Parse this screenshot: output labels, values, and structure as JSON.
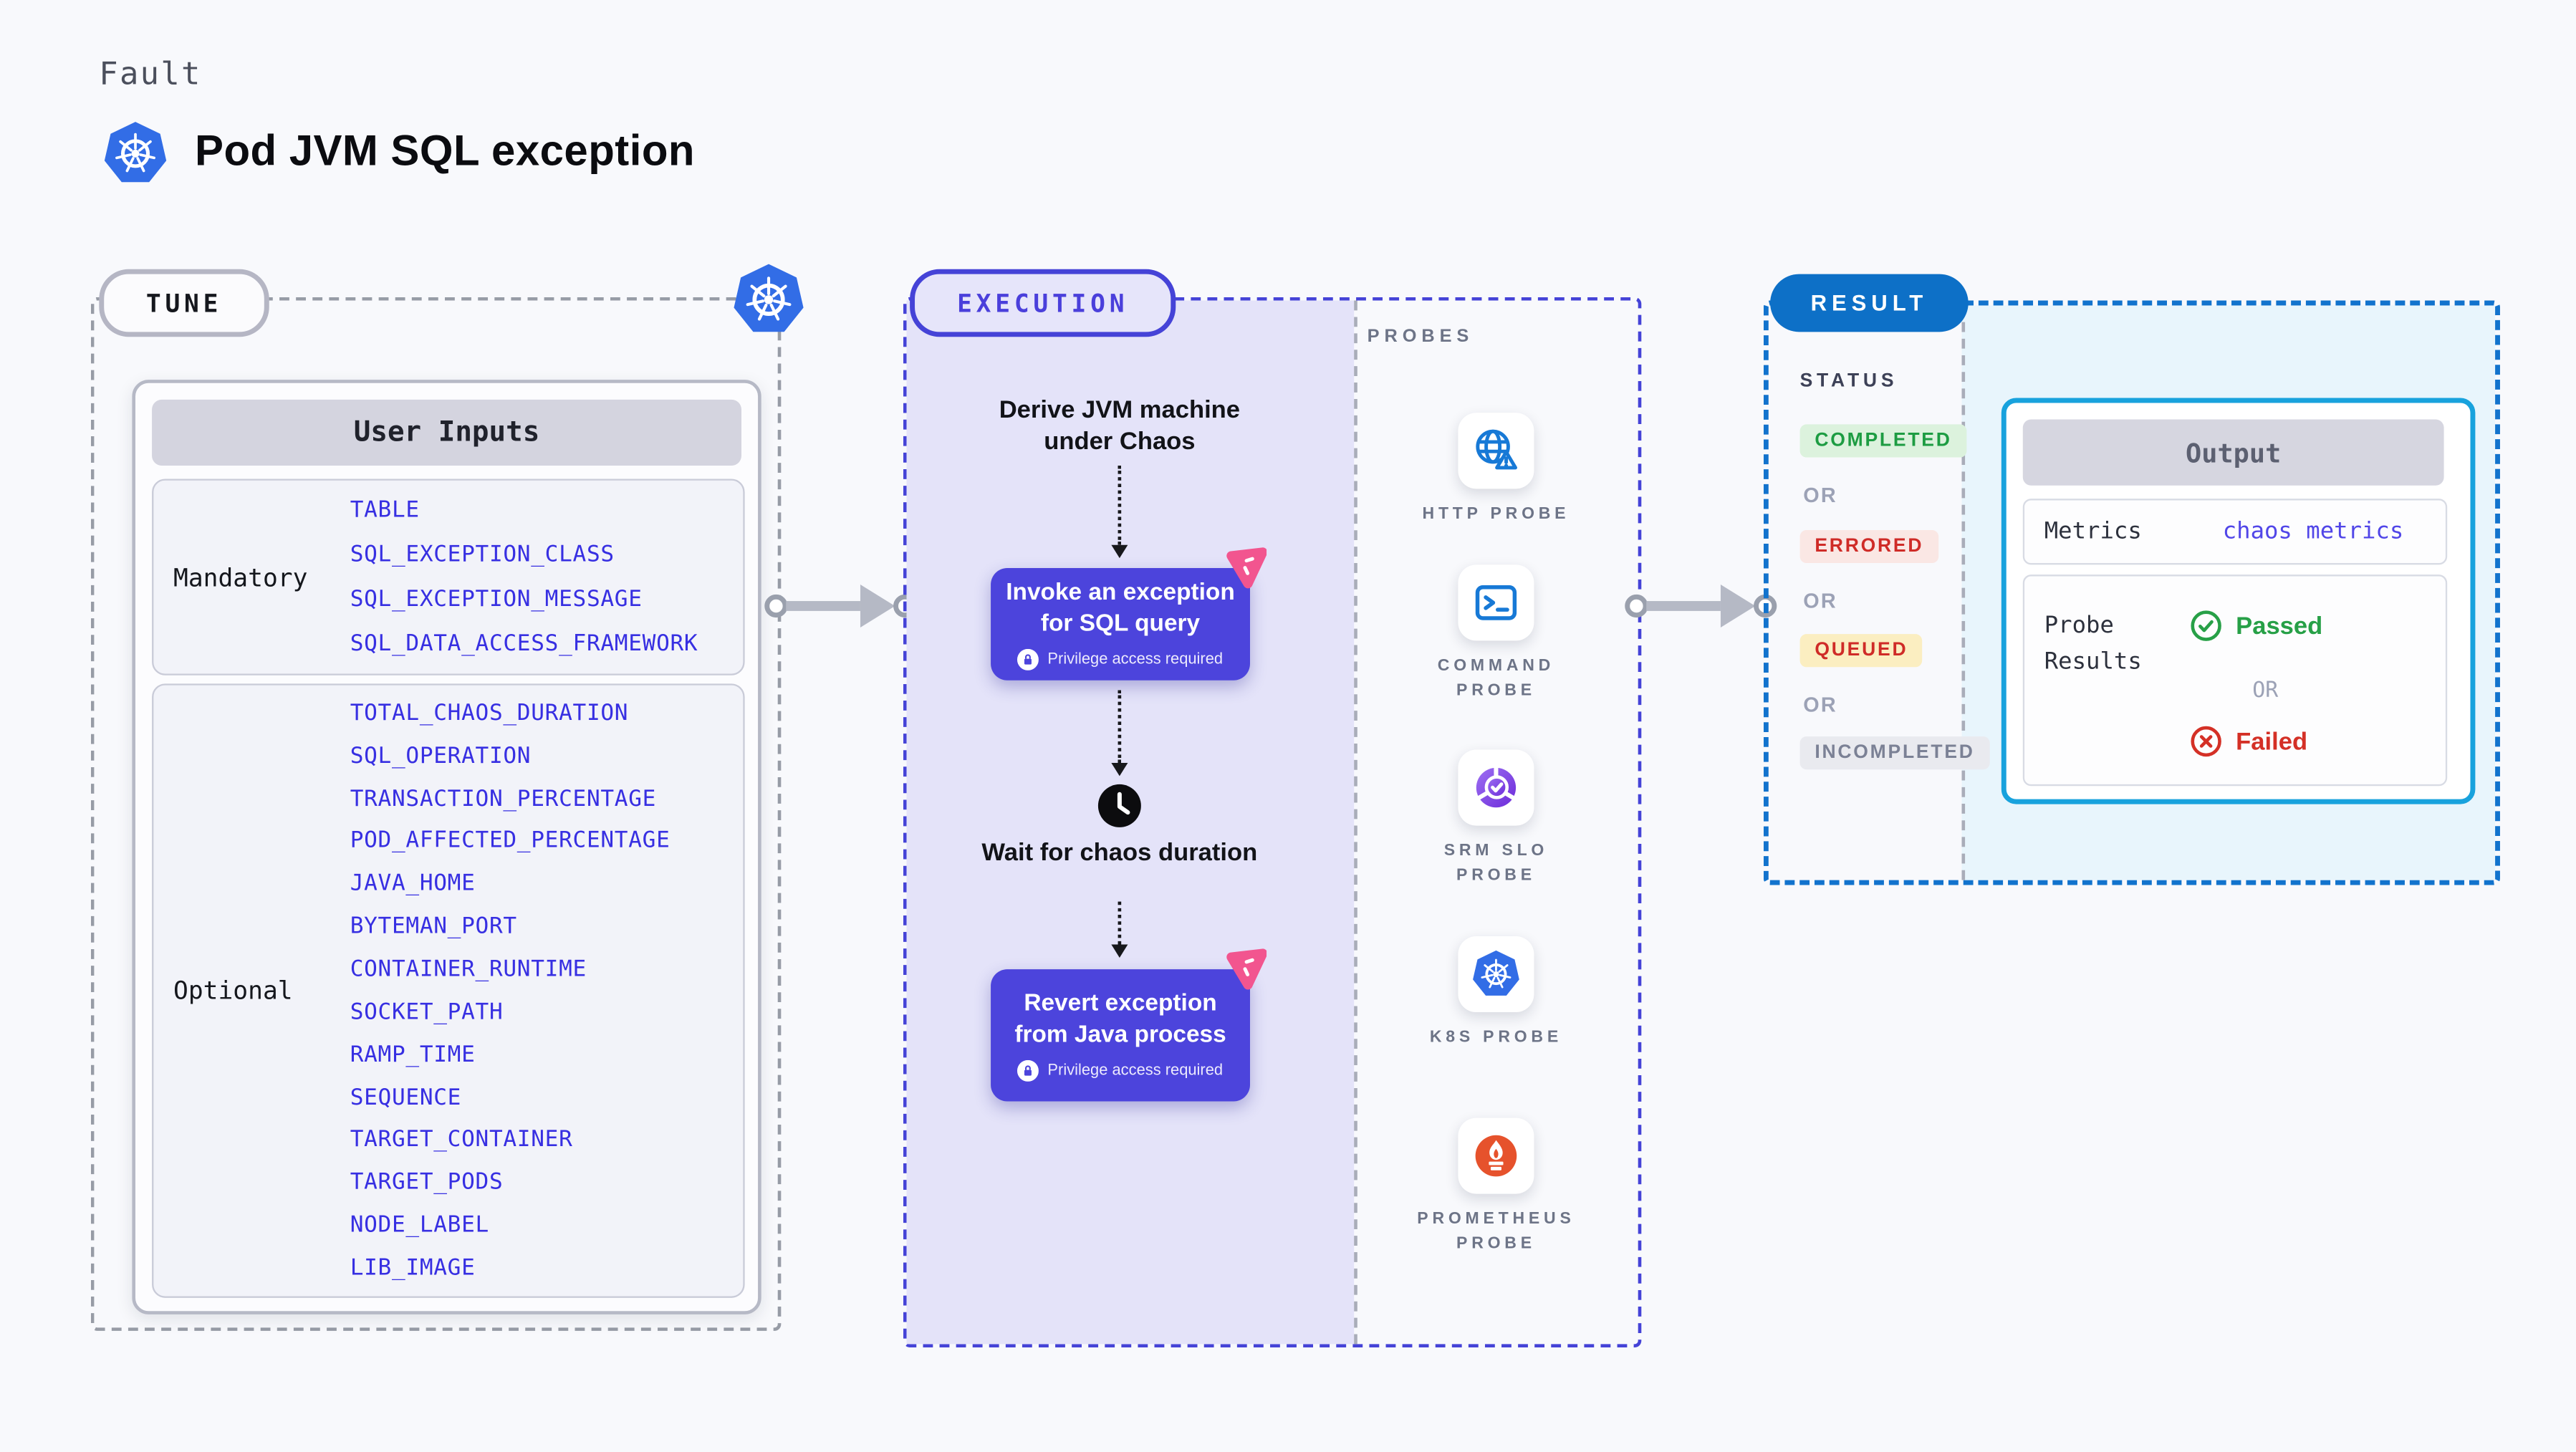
{
  "header": {
    "kicker": "Fault",
    "title": "Pod JVM SQL exception"
  },
  "tune": {
    "badge": "TUNE",
    "panel_title": "User Inputs",
    "mandatory": {
      "label": "Mandatory",
      "fields": [
        "TABLE",
        "SQL_EXCEPTION_CLASS",
        "SQL_EXCEPTION_MESSAGE",
        "SQL_DATA_ACCESS_FRAMEWORK"
      ]
    },
    "optional": {
      "label": "Optional",
      "fields": [
        "TOTAL_CHAOS_DURATION",
        "SQL_OPERATION",
        "TRANSACTION_PERCENTAGE",
        "POD_AFFECTED_PERCENTAGE",
        "JAVA_HOME",
        "BYTEMAN_PORT",
        "CONTAINER_RUNTIME",
        "SOCKET_PATH",
        "RAMP_TIME",
        "SEQUENCE",
        "TARGET_CONTAINER",
        "TARGET_PODS",
        "NODE_LABEL",
        "LIB_IMAGE"
      ]
    }
  },
  "execution": {
    "badge": "EXECUTION",
    "derive_step": "Derive JVM machine under Chaos",
    "invoke_step": "Invoke an exception for SQL query",
    "wait_step": "Wait for chaos duration",
    "revert_step": "Revert exception from Java process",
    "privilege_note": "Privilege access required"
  },
  "probes": {
    "heading": "PROBES",
    "items": [
      {
        "label": "HTTP PROBE",
        "icon": "globe-alert-icon"
      },
      {
        "label": "COMMAND PROBE",
        "icon": "terminal-icon"
      },
      {
        "label": "SRM SLO PROBE",
        "icon": "gauge-check-icon"
      },
      {
        "label": "K8S PROBE",
        "icon": "kubernetes-icon"
      },
      {
        "label": "PROMETHEUS PROBE",
        "icon": "prometheus-flame-icon"
      }
    ]
  },
  "result": {
    "badge": "RESULT",
    "status_heading": "STATUS",
    "or_label": "OR",
    "statuses": [
      {
        "label": "COMPLETED",
        "type": "success"
      },
      {
        "label": "ERRORED",
        "type": "error"
      },
      {
        "label": "QUEUED",
        "type": "queued"
      },
      {
        "label": "INCOMPLETED",
        "type": "muted"
      }
    ],
    "output": {
      "title": "Output",
      "metrics_label": "Metrics",
      "metrics_value": "chaos metrics",
      "probe_results_label": "Probe Results",
      "passed_label": "Passed",
      "or_label": "OR",
      "failed_label": "Failed"
    }
  },
  "colors": {
    "page_bg": "#f8f9fc",
    "field_blue": "#372fe2",
    "execution_indigo": "#4543d7",
    "action_button_bg": "#4c44dc",
    "lavender_bg": "#e4e3f9",
    "chaos_pink": "#f2558f",
    "result_blue": "#0d70c7",
    "output_border": "#18a2dd",
    "output_area_bg": "#e8f5fc",
    "success_green": "#1d9c42",
    "error_red": "#cf2b27",
    "queued_bg": "#fbeec1",
    "kubernetes_blue": "#326de6",
    "prometheus_orange": "#e6522c"
  }
}
